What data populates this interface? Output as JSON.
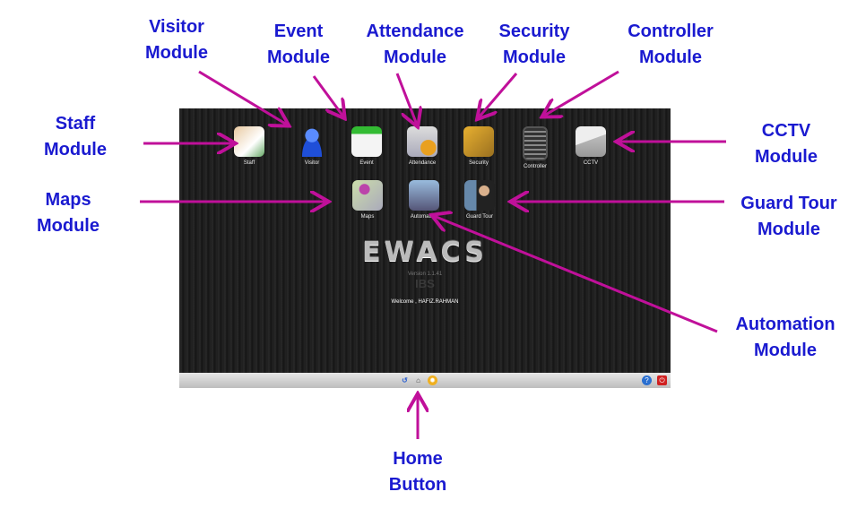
{
  "annotations": {
    "visitor": [
      "Visitor",
      "Module"
    ],
    "event": [
      "Event",
      "Module"
    ],
    "attendance": [
      "Attendance",
      "Module"
    ],
    "security": [
      "Security",
      "Module"
    ],
    "controller": [
      "Controller",
      "Module"
    ],
    "staff": [
      "Staff",
      "Module"
    ],
    "cctv": [
      "CCTV",
      "Module"
    ],
    "maps": [
      "Maps",
      "Module"
    ],
    "guard": [
      "Guard Tour",
      "Module"
    ],
    "automation": [
      "Automation",
      "Module"
    ],
    "home": [
      "Home",
      "Button"
    ]
  },
  "app": {
    "modules_row1": [
      "Staff",
      "Visitor",
      "Event",
      "Attendance",
      "Security",
      "Controller",
      "CCTV"
    ],
    "modules_row2": [
      "Maps",
      "Automation",
      "Guard Tour"
    ],
    "logo": "EWACS",
    "version": "Version 1.1.41",
    "company": "IBS",
    "welcome": "Welcome , HAFIZ.RAHMAN"
  },
  "colors": {
    "label": "#1a1ad0",
    "arrow": "#c0109a"
  }
}
